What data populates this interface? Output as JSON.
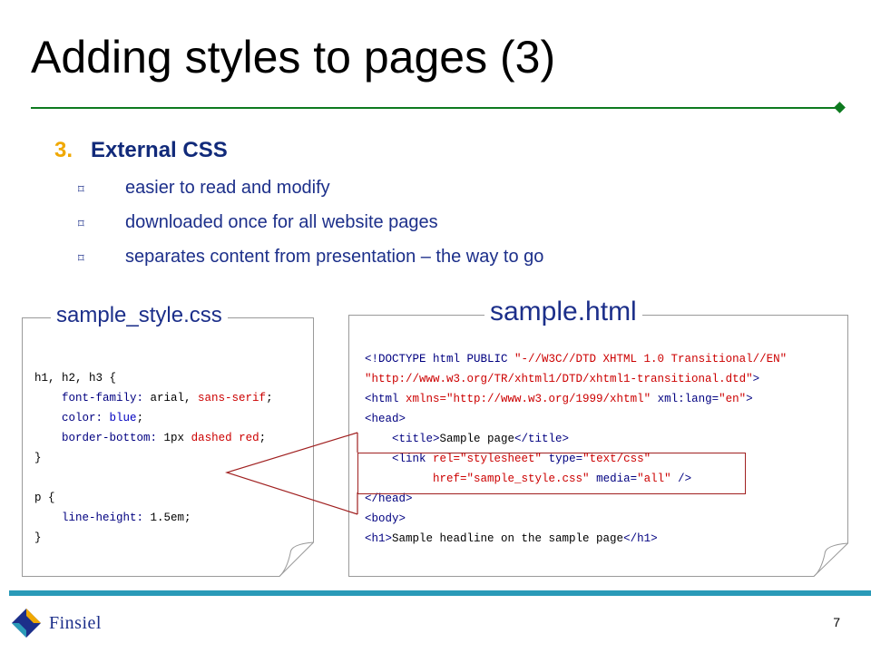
{
  "slide": {
    "title": "Adding styles to pages (3)",
    "section_number": "3.",
    "section_heading": "External CSS",
    "bullets": [
      "easier to read and modify",
      "downloaded once for all website pages",
      "separates content from presentation – the way to go"
    ],
    "bullet_marker": "⌑",
    "page_number": "7"
  },
  "css_panel": {
    "label": "sample_style.css",
    "lines": [
      [
        {
          "t": "h1, h2, h3 {"
        }
      ],
      [
        {
          "t": "    "
        },
        {
          "t": "font-family:",
          "c": "k"
        },
        {
          "t": " arial, "
        },
        {
          "t": "sans-serif",
          "c": "r"
        },
        {
          "t": ";"
        }
      ],
      [
        {
          "t": "    "
        },
        {
          "t": "color:",
          "c": "k"
        },
        {
          "t": " "
        },
        {
          "t": "blue",
          "c": "b"
        },
        {
          "t": ";"
        }
      ],
      [
        {
          "t": "    "
        },
        {
          "t": "border-bottom:",
          "c": "k"
        },
        {
          "t": " 1px "
        },
        {
          "t": "dashed red",
          "c": "r"
        },
        {
          "t": ";"
        }
      ],
      [
        {
          "t": "}"
        }
      ],
      [
        {
          "t": ""
        }
      ],
      [
        {
          "t": "p {"
        }
      ],
      [
        {
          "t": "    "
        },
        {
          "t": "line-height:",
          "c": "k"
        },
        {
          "t": " 1.5em;"
        }
      ],
      [
        {
          "t": "}"
        }
      ]
    ]
  },
  "html_panel": {
    "label": "sample.html",
    "lines": [
      [
        {
          "t": "<!DOCTYPE html PUBLIC ",
          "c": "k"
        },
        {
          "t": "\"-//W3C//DTD XHTML 1.0 Transitional//EN\"",
          "c": "r"
        }
      ],
      [
        {
          "t": "\"http://www.w3.org/TR/xhtml1/DTD/xhtml1-transitional.dtd\"",
          "c": "r"
        },
        {
          "t": ">",
          "c": "k"
        }
      ],
      [
        {
          "t": "<html ",
          "c": "k"
        },
        {
          "t": "xmlns=",
          "c": "r"
        },
        {
          "t": "\"http://www.w3.org/1999/xhtml\"",
          "c": "r"
        },
        {
          "t": " xml:lang=",
          "c": "k"
        },
        {
          "t": "\"en\"",
          "c": "r"
        },
        {
          "t": ">",
          "c": "k"
        }
      ],
      [
        {
          "t": "<head>",
          "c": "k"
        }
      ],
      [
        {
          "t": "    "
        },
        {
          "t": "<title>",
          "c": "k"
        },
        {
          "t": "Sample page"
        },
        {
          "t": "</title>",
          "c": "k"
        }
      ],
      [
        {
          "t": "    "
        },
        {
          "t": "<link ",
          "c": "k"
        },
        {
          "t": "rel=",
          "c": "r"
        },
        {
          "t": "\"stylesheet\"",
          "c": "r"
        },
        {
          "t": " type=",
          "c": "k"
        },
        {
          "t": "\"text/css\"",
          "c": "r"
        }
      ],
      [
        {
          "t": "          "
        },
        {
          "t": "href=",
          "c": "r"
        },
        {
          "t": "\"sample_style.css\"",
          "c": "r"
        },
        {
          "t": " media=",
          "c": "k"
        },
        {
          "t": "\"all\"",
          "c": "r"
        },
        {
          "t": " />",
          "c": "k"
        }
      ],
      [
        {
          "t": "</head>",
          "c": "k"
        }
      ],
      [
        {
          "t": "<body>",
          "c": "k"
        }
      ],
      [
        {
          "t": "<h1>",
          "c": "k"
        },
        {
          "t": "Sample headline on the sample page"
        },
        {
          "t": "</h1>",
          "c": "k"
        }
      ]
    ]
  },
  "footer": {
    "logo_text": "Finsiel",
    "colors": {
      "rule": "#2a9ab8",
      "logo_blue": "#1c2f8a",
      "logo_gold": "#f0a800"
    }
  }
}
